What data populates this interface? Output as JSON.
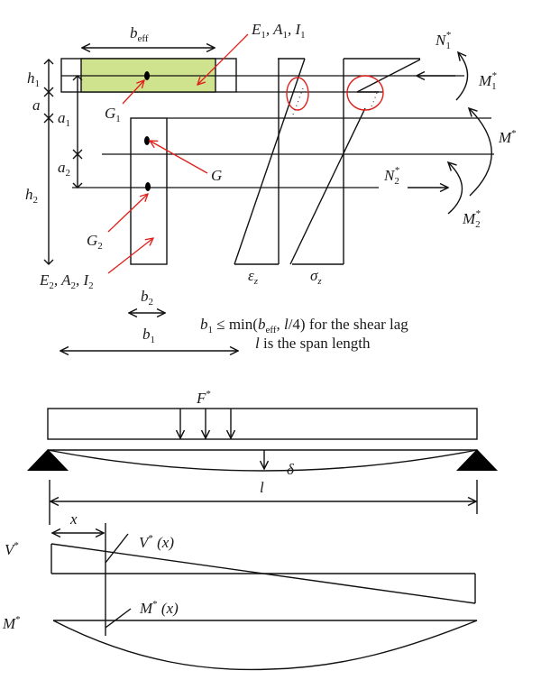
{
  "colors": {
    "flange_fill": "#cfe38f",
    "red_annotation": "#e0201c",
    "line": "#111111"
  },
  "cross_section": {
    "b_eff": {
      "base": "b",
      "sub": "eff"
    },
    "E1A1I1": {
      "E": "E",
      "A": "A",
      "I": "I",
      "idx": "1"
    },
    "E2A2I2": {
      "E": "E",
      "A": "A",
      "I": "I",
      "idx": "2"
    },
    "h1": {
      "base": "h",
      "sub": "1"
    },
    "h2": {
      "base": "h",
      "sub": "2"
    },
    "a": "a",
    "a1": {
      "base": "a",
      "sub": "1"
    },
    "a2": {
      "base": "a",
      "sub": "2"
    },
    "G1": {
      "base": "G",
      "sub": "1"
    },
    "G2": {
      "base": "G",
      "sub": "2"
    },
    "G": "G",
    "b1": {
      "base": "b",
      "sub": "1"
    },
    "b2": {
      "base": "b",
      "sub": "2"
    }
  },
  "diagrams": {
    "strain": {
      "base": "ε",
      "sub": "z"
    },
    "stress": {
      "base": "σ",
      "sub": "z"
    }
  },
  "forces": {
    "N1": {
      "base": "N",
      "sub": "1",
      "sup": "*"
    },
    "M1": {
      "base": "M",
      "sub": "1",
      "sup": "*"
    },
    "M": {
      "base": "M",
      "sup": "*"
    },
    "N2": {
      "base": "N",
      "sub": "2",
      "sup": "*"
    },
    "M2": {
      "base": "M",
      "sub": "2",
      "sup": "*"
    }
  },
  "notes": {
    "line1_b1": "b",
    "line1_b1_sub": "1",
    "line1_mid": " ≤ min(",
    "line1_beff": "b",
    "line1_beff_sub": "eff",
    "line1_sep": ", ",
    "line1_l": "l",
    "line1_tail": "/4) for the shear lag",
    "line2_l": "l",
    "line2_tail": " is the span length"
  },
  "beam": {
    "F": {
      "base": "F",
      "sup": "*"
    },
    "delta": "δ",
    "span": "l",
    "x": "x"
  },
  "shear_diagram": {
    "label": {
      "base": "V",
      "sup": "*"
    },
    "at_x": {
      "base": "V",
      "sup": "*",
      "arg": " (x)"
    }
  },
  "moment_diagram": {
    "label": {
      "base": "M",
      "sup": "*"
    },
    "at_x": {
      "base": "M",
      "sup": "*",
      "arg": " (x)"
    }
  }
}
